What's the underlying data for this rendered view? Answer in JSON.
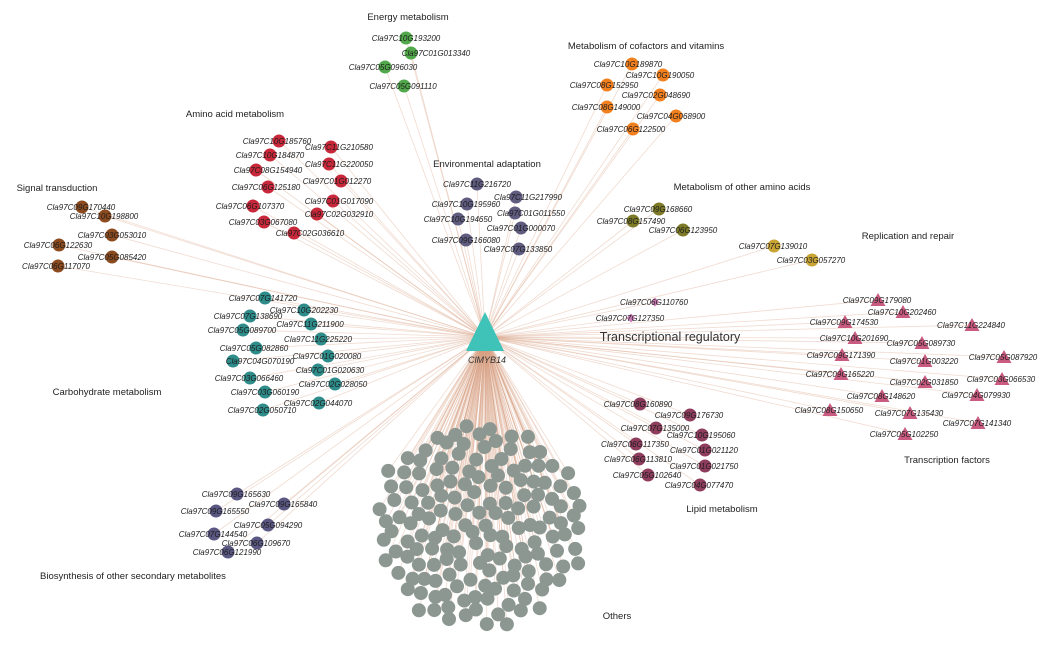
{
  "hub": {
    "label": "ClMYB14",
    "color": "#3fc3b8"
  },
  "edge_color": "#d8a184",
  "groups": [
    {
      "name": "Energy metabolism",
      "color": "#52a94b",
      "shape": "circle",
      "genes": [
        "Cla97C10G193200",
        "Cla97C01G013340",
        "Cla97C05G096030",
        "Cla97C05G091110"
      ]
    },
    {
      "name": "Metabolism of cofactors and vitamins",
      "color": "#f2801f",
      "shape": "circle",
      "genes": [
        "Cla97C10G189870",
        "Cla97C10G190050",
        "Cla97C08G152950",
        "Cla97C02G048690",
        "Cla97C08G149000",
        "Cla97C04G068900",
        "Cla97C06G122500"
      ]
    },
    {
      "name": "Amino acid metabolism",
      "color": "#c8283a",
      "shape": "circle",
      "genes": [
        "Cla97C10G185760",
        "Cla97C11G210580",
        "Cla97C10G184870",
        "Cla97C11G220050",
        "Cla97C08G154940",
        "Cla97C01G012270",
        "Cla97C06G125180",
        "Cla97C01G017090",
        "Cla97C06G107370",
        "Cla97C02G032910",
        "Cla97C03G067080",
        "Cla97C02G036610"
      ]
    },
    {
      "name": "Environmental adaptation",
      "color": "#5f5c80",
      "shape": "circle",
      "genes": [
        "Cla97C11G216720",
        "Cla97C11G217990",
        "Cla97C10G195960",
        "Cla97C01G011550",
        "Cla97C10G194650",
        "Cla97C01G000070",
        "Cla97C09G166080",
        "Cla97C07G133850"
      ]
    },
    {
      "name": "Signal transduction",
      "color": "#8b4b1f",
      "shape": "circle",
      "genes": [
        "Cla97C09G170440",
        "Cla97C10G198800",
        "Cla97C03G053010",
        "Cla97C06G122630",
        "Cla97C05G085420",
        "Cla97C06G117070"
      ]
    },
    {
      "name": "Metabolism of other amino acids",
      "color": "#7d7b27",
      "shape": "circle",
      "genes": [
        "Cla97C09G168660",
        "Cla97C08G157490",
        "Cla97C06G123950"
      ]
    },
    {
      "name": "Replication and repair",
      "color": "#c9a536",
      "shape": "circle",
      "genes": [
        "Cla97C07G139010",
        "Cla97C03G057270"
      ]
    },
    {
      "name": "Transcriptional regulatory",
      "color": "#cc7fb8",
      "shape": "diamond",
      "genes": [
        "Cla97C06G110760",
        "Cla97C07G127350"
      ]
    },
    {
      "name": "Carbohydrate metabolism",
      "color": "#2e8c8a",
      "shape": "circle",
      "genes": [
        "Cla97C07G141720",
        "Cla97C10G202230",
        "Cla97C07G138690",
        "Cla97C11G211900",
        "Cla97C05G089700",
        "Cla97C11G225220",
        "Cla97C05G082860",
        "Cla97C01G020080",
        "Cla97C04G070190",
        "Cla97C01G020630",
        "Cla97C03G066460",
        "Cla97C02G028050",
        "Cla97C03G060190",
        "Cla97C02G044070",
        "Cla97C02G050710"
      ]
    },
    {
      "name": "Transcription factors",
      "color": "#c95a80",
      "shape": "triangle",
      "genes": [
        "Cla97C09G179080",
        "Cla97C10G202460",
        "Cla97C09G174530",
        "Cla97C11G224840",
        "Cla97C10G201690",
        "Cla97C05G089730",
        "Cla97C09G171390",
        "Cla97C05G087920",
        "Cla97C01G003220",
        "Cla97C09G165220",
        "Cla97C03G066530",
        "Cla97C02G031850",
        "Cla97C08G148620",
        "Cla97C04G079930",
        "Cla97C08G150650",
        "Cla97C07G135430",
        "Cla97C07G141340",
        "Cla97C05G102250"
      ]
    },
    {
      "name": "Lipid metabolism",
      "color": "#8e3d5d",
      "shape": "circle",
      "genes": [
        "Cla97C08G160890",
        "Cla97C09G176730",
        "Cla97C07G135000",
        "Cla97C10G195060",
        "Cla97C06G117350",
        "Cla97C01G021120",
        "Cla97C06G113810",
        "Cla97C01G021750",
        "Cla97C05G102640",
        "Cla97C04G077470"
      ]
    },
    {
      "name": "Biosynthesis of other secondary metabolites",
      "color": "#5a5882",
      "shape": "circle",
      "genes": [
        "Cla97C09G165630",
        "Cla97C09G165840",
        "Cla97C09G165550",
        "Cla97C05G094290",
        "Cla97C07G144540",
        "Cla97C06G109670",
        "Cla97C06G121990"
      ]
    }
  ],
  "others": {
    "name": "Others",
    "color": "#8c9792",
    "shape": "circle",
    "node_count": 160
  }
}
